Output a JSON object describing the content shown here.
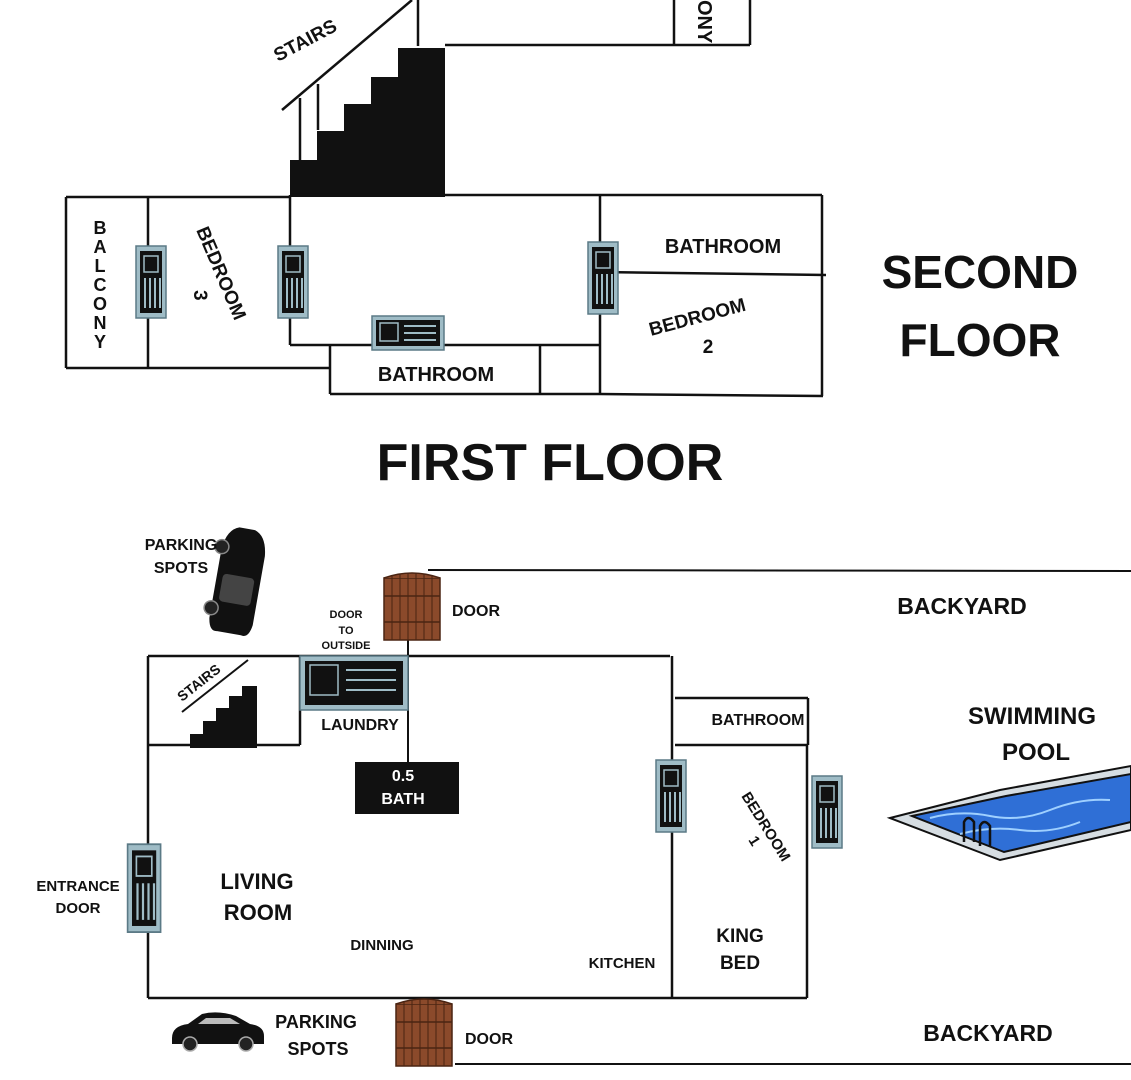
{
  "headings": {
    "second_floor_line1": "SECOND",
    "second_floor_line2": "FLOOR",
    "first_floor": "FIRST FLOOR"
  },
  "second_floor": {
    "stairs": "STAIRS",
    "balcony_top": "ONY",
    "balcony_left": [
      "B",
      "A",
      "L",
      "C",
      "O",
      "N",
      "Y"
    ],
    "bedroom3_line1": "BEDROOM",
    "bedroom3_line2": "3",
    "bathroom_bottom": "BATHROOM",
    "bathroom_right": "BATHROOM",
    "bedroom2_line1": "BEDROOM",
    "bedroom2_line2": "2"
  },
  "first_floor": {
    "parking_top_line1": "PARKING",
    "parking_top_line2": "SPOTS",
    "door_to_outside_line1": "DOOR",
    "door_to_outside_line2": "TO",
    "door_to_outside_line3": "OUTSIDE",
    "door_top": "DOOR",
    "backyard_top": "BACKYARD",
    "stairs": "STAIRS",
    "laundry": "LAUNDRY",
    "half_bath_line1": "0.5",
    "half_bath_line2": "BATH",
    "bathroom": "BATHROOM",
    "swimming_pool_line1": "SWIMMING",
    "swimming_pool_line2": "POOL",
    "bedroom1_line1": "BEDROOM",
    "bedroom1_line2": "1",
    "entrance_line1": "ENTRANCE",
    "entrance_line2": "DOOR",
    "living_room_line1": "LIVING",
    "living_room_line2": "ROOM",
    "dinning": "DINNING",
    "kitchen": "KITCHEN",
    "king_bed_line1": "KING",
    "king_bed_line2": "BED",
    "parking_bottom_line1": "PARKING",
    "parking_bottom_line2": "SPOTS",
    "door_bottom": "DOOR",
    "backyard_bottom": "BACKYARD"
  },
  "colors": {
    "wall": "#111111",
    "door_wood": "#8b4a2b",
    "appliance": "#9fbcc6",
    "pool_water": "#2f6fd6"
  }
}
